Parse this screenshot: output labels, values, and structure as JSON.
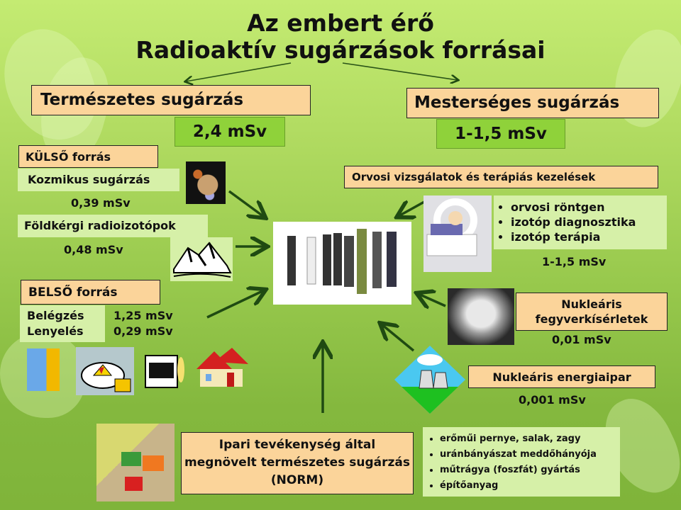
{
  "title": {
    "line1": "Az embert érő",
    "line2": "Radioaktív sugárzások forrásai"
  },
  "natural": {
    "label": "Természetes sugárzás",
    "dose": "2,4 mSv",
    "external": {
      "label": "KÜLSŐ forrás",
      "cosmic": {
        "label": "Kozmikus sugárzás",
        "dose": "0,39 mSv",
        "icon": "planets-icon"
      },
      "crust": {
        "label": "Földkérgi radioizotópok",
        "dose": "0,48 mSv",
        "icon": "mountain-icon"
      }
    },
    "internal": {
      "label": "BELSŐ forrás",
      "items": [
        {
          "label": "Belégzés",
          "dose": "1,25 mSv"
        },
        {
          "label": "Lenyelés",
          "dose": "0,29 mSv"
        }
      ],
      "icons": [
        "shower-icon",
        "food-icon",
        "stove-icon",
        "house-icon"
      ]
    }
  },
  "artificial": {
    "label": "Mesterséges sugárzás",
    "dose": "1-1,5 mSv",
    "medical": {
      "label": "Orvosi vizsgálatok és terápiás kezelések",
      "items": [
        "orvosi röntgen",
        "izotóp diagnosztika",
        "izotóp terápia"
      ],
      "dose": "1-1,5 mSv",
      "icon": "ct-scanner-icon"
    },
    "weapons": {
      "label": "Nukleáris fegyverkísérletek",
      "dose": "0,01 mSv",
      "icon": "mushroom-cloud-icon"
    },
    "energy": {
      "label": "Nukleáris energiaipar",
      "dose": "0,001 mSv",
      "icon": "power-plant-icon"
    }
  },
  "norm": {
    "label": "Ipari tevékenység által megnövelt természetes sugárzás (NORM)",
    "items": [
      "erőműi pernye, salak, zagy",
      "uránbányászat meddőhányója",
      "műtrágya (foszfát) gyártás",
      "építőanyag"
    ],
    "icon": "farm-harvester-icon"
  },
  "center": {
    "icon": "people-group-icon"
  },
  "colors": {
    "peach": "#fbd49a",
    "light_green": "#d6f0a8",
    "dose_green": "#8fd23a",
    "arrow": "#1f4a12"
  }
}
